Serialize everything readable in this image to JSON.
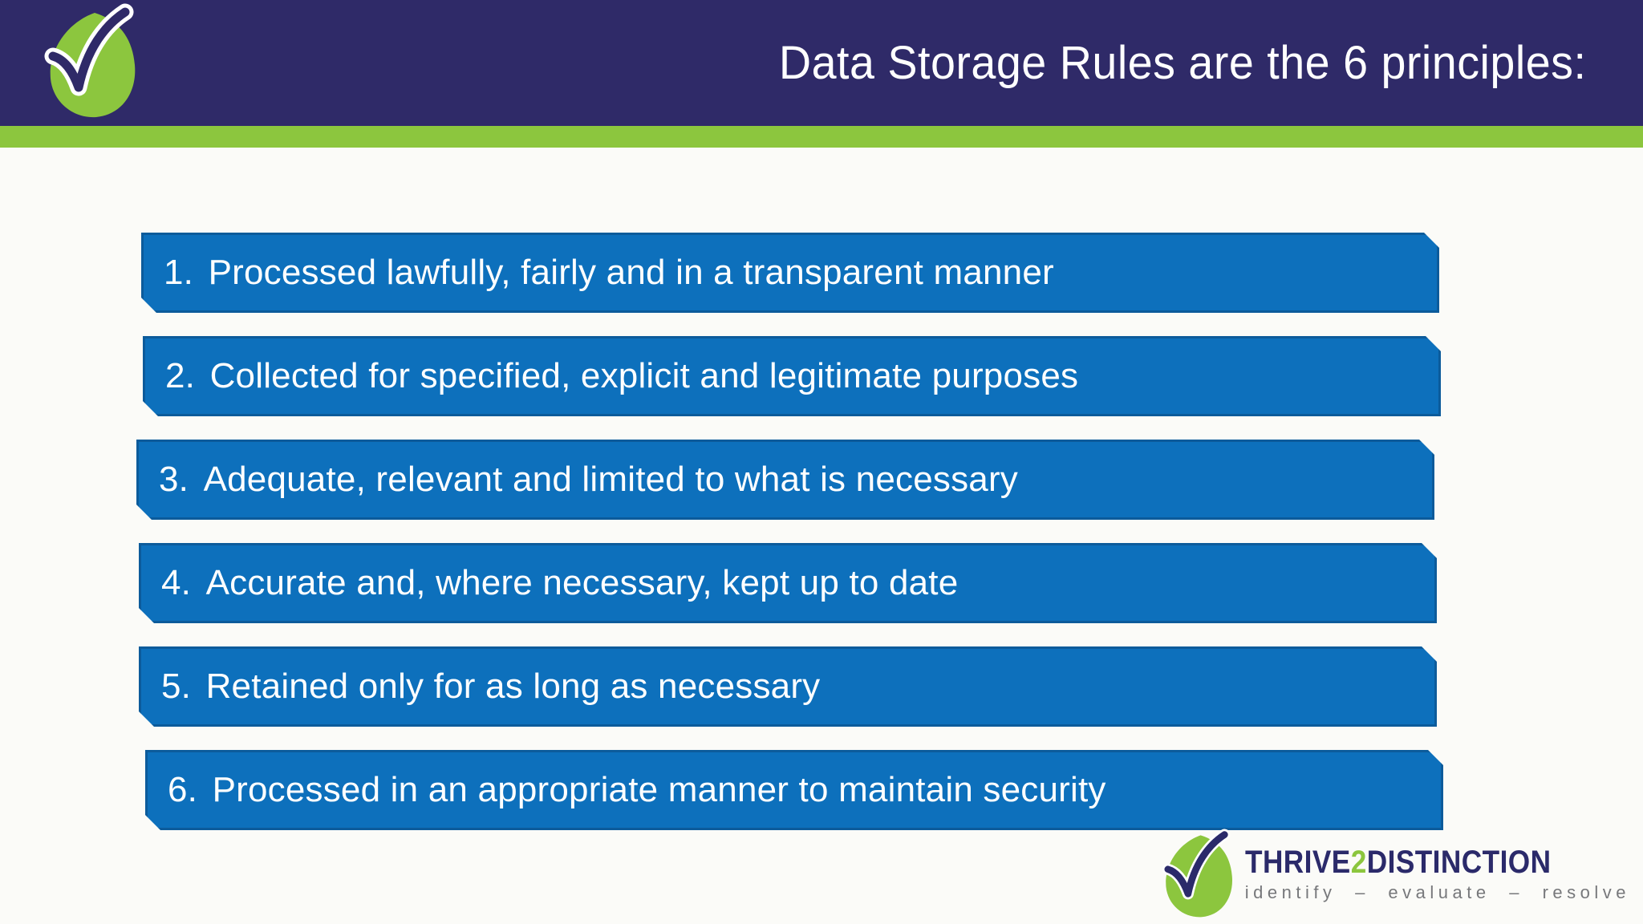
{
  "header": {
    "title": "Data Storage Rules are the 6 principles:"
  },
  "principles": {
    "items": [
      {
        "number": "1.",
        "text": "Processed lawfully, fairly and in a transparent manner"
      },
      {
        "number": "2.",
        "text": "Collected for specified, explicit and legitimate purposes"
      },
      {
        "number": "3.",
        "text": "Adequate, relevant and limited to what is necessary"
      },
      {
        "number": "4.",
        "text": "Accurate and, where necessary, kept up to date"
      },
      {
        "number": "5.",
        "text": "Retained only for as long as necessary"
      },
      {
        "number": "6.",
        "text": "Processed in an appropriate manner to maintain security"
      }
    ]
  },
  "footer_logo": {
    "brand_part1": "THRIVE",
    "brand_part2": "2",
    "brand_part3": "DISTINCTION",
    "tagline": "identify – evaluate – resolve"
  },
  "icons": {
    "header_checkmark": "checkmark-leaf-icon",
    "footer_checkmark": "checkmark-leaf-icon"
  },
  "colors": {
    "header_navy": "#2f2a68",
    "accent_green": "#8cc63e",
    "banner_blue": "#0d70bc",
    "banner_text": "#ffffff",
    "brand_navy": "#2b2a6a",
    "tagline_gray": "#77787b"
  }
}
